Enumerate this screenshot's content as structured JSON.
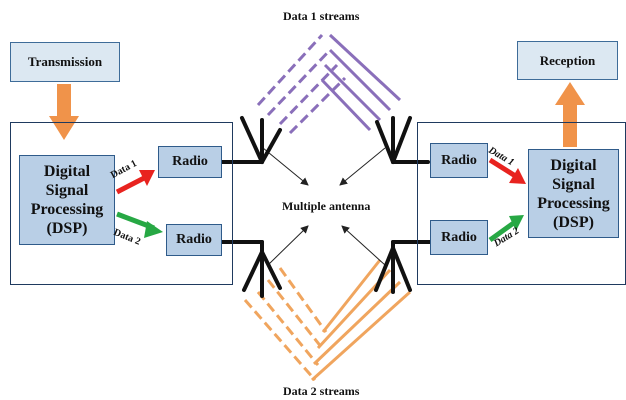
{
  "top_label": "Data 1 streams",
  "bottom_label": "Data 2 streams",
  "center_label": "Multiple antenna",
  "transmission": "Transmission",
  "reception": "Reception",
  "dsp_left": {
    "l1": "Digital",
    "l2": "Signal",
    "l3": "Processing",
    "l4": "(DSP)"
  },
  "dsp_right": {
    "l1": "Digital",
    "l2": "Signal",
    "l3": "Processing",
    "l4": "(DSP)"
  },
  "radio_label": "Radio",
  "data1": "Data 1",
  "data2": "Data 2",
  "colors": {
    "data1_stream": "#8a6fba",
    "data2_stream": "#f0a55e",
    "red_arrow": "#e8231f",
    "green_arrow": "#27a844",
    "orange_arrow": "#f0934a"
  }
}
